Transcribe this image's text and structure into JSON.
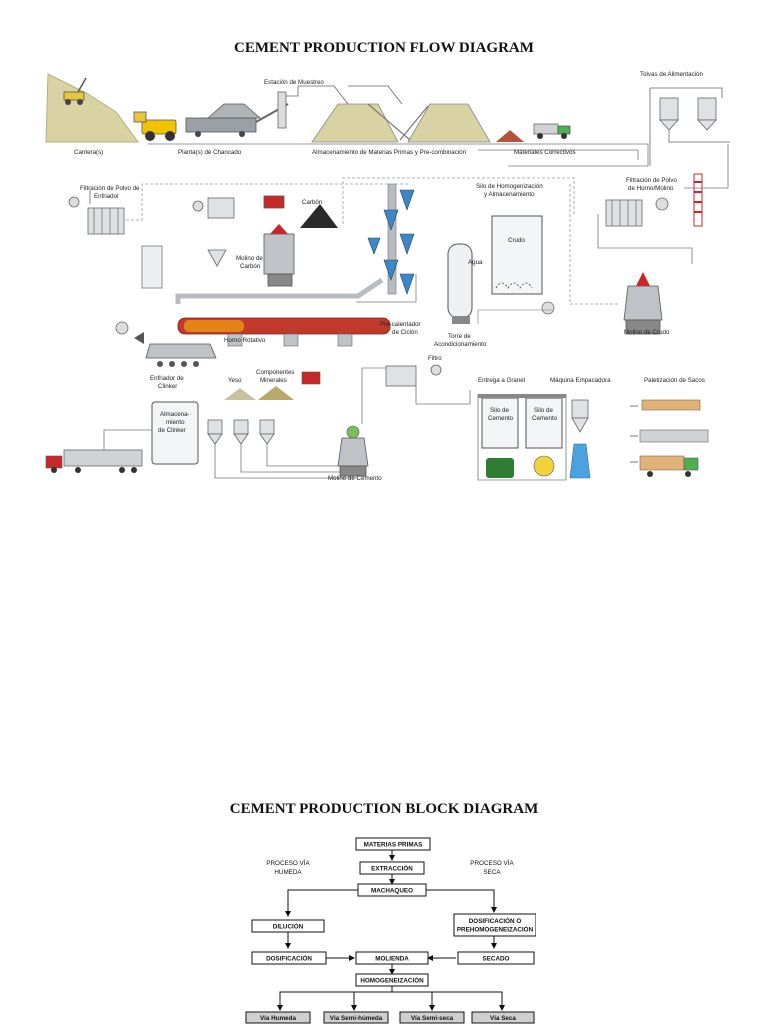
{
  "flow": {
    "title": "CEMENT PRODUCTION FLOW DIAGRAM",
    "labels": {
      "estacion_muestreo": "Estación de Muestreo",
      "tolvas": "Tolvas de Alimentación",
      "canteras": "Cantera(s)",
      "planta_chancado": "Planta(s) de Chancado",
      "almacenamiento": "Almacenamiento de Materias Primas y Pre-combinación",
      "correctivos": "Materiales Correctivos",
      "filtracion_enfriador_1": "Filtración de Polvo de",
      "filtracion_enfriador_2": "Enfriador",
      "carbon": "Carbón",
      "molino_carbon_1": "Molino de",
      "molino_carbon_2": "Carbón",
      "silo_homog_1": "Silo de Homogenización",
      "silo_homog_2": "y Almacenamiento",
      "crudo": "Crudo",
      "agua": "Agua",
      "filtracion_horno_1": "Filtración de Polvo",
      "filtracion_horno_2": "de Horno/Molino",
      "horno": "Horno Rotativo",
      "precalentador_1": "Pre-calentador",
      "precalentador_2": "de Ciclón",
      "torre_1": "Torre de",
      "torre_2": "Acondicionamiento",
      "molino_crudo": "Molino de Crudo",
      "enfriador_1": "Enfriador de",
      "enfriador_2": "Clinker",
      "yeso": "Yeso",
      "componentes_1": "Componentes",
      "componentes_2": "Minerales",
      "filtro": "Filtro",
      "granel": "Entrega a Granel",
      "empacadora": "Máquina Empacadora",
      "paletizacion": "Paletización de Sacos",
      "almac_clinker_1": "Almacena-",
      "almac_clinker_2": "miento",
      "almac_clinker_3": "de Clinker",
      "silo_cemento_1_a": "Silo de",
      "silo_cemento_1_b": "Cemento",
      "silo_cemento_2_a": "Silo de",
      "silo_cemento_2_b": "Cemento",
      "molino_cemento": "Molino de Cemento"
    }
  },
  "block": {
    "title": "CEMENT PRODUCTION BLOCK DIAGRAM",
    "proceso_humeda_1": "PROCESO VÍA",
    "proceso_humeda_2": "HUMEDA",
    "proceso_seca_1": "PROCESO VÍA",
    "proceso_seca_2": "SECA",
    "materias_primas": "MATERIAS PRIMAS",
    "extraccion": "EXTRACCIÓN",
    "machaqueo": "MACHAQUEO",
    "dilucion": "DILUCIÓN",
    "dosif_prehomog_1": "DOSIFICACIÓN O",
    "dosif_prehomog_2": "PREHOMOGENEIZACIÓN",
    "dosificacion": "DOSIFICACIÓN",
    "molienda": "MOLIENDA",
    "secado": "SECADO",
    "homogeneizacion": "HOMOGENEIZACIÓN",
    "via_humeda": "Vía Humeda",
    "via_semihumeda": "Vía Semi-húmeda",
    "via_semiseca": "Vía Semi-seca",
    "via_seca": "Vía Seca"
  },
  "colors": {
    "kiln": "#c0392b",
    "ground": "#d9d3a3",
    "machine": "#9aa0a6",
    "pipe": "#b8bcc0",
    "accent_blue": "#3f86c9",
    "truck_red": "#c62828",
    "truck_green": "#2e7d32",
    "yellow": "#f2d23a"
  }
}
